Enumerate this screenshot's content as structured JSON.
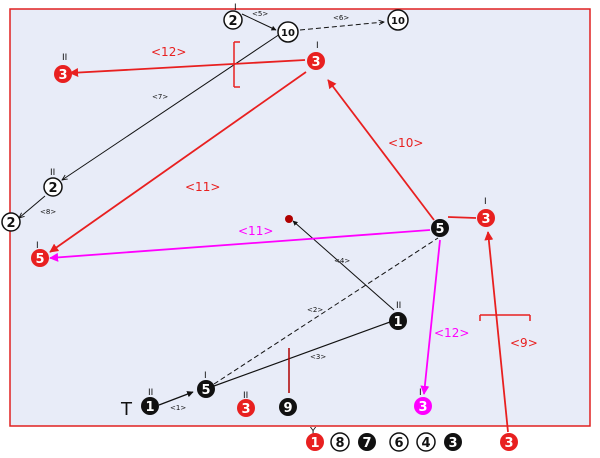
{
  "colors": {
    "field_fill": "#e8ecf8",
    "border": "#e02020",
    "red": "#e82020",
    "magenta": "#ff00ff",
    "black": "#111111",
    "white": "#ffffff",
    "dark_red_marker": "#b00000"
  },
  "nodes": {
    "n2_top": {
      "label": "2"
    },
    "n10_top": {
      "label": "10"
    },
    "n10_topright": {
      "label": "10"
    },
    "n3_red_left": {
      "label": "3"
    },
    "n3_red_center": {
      "label": "3"
    },
    "n2_left_mid": {
      "label": "2"
    },
    "n2_left_edge": {
      "label": "2"
    },
    "n5_red_left": {
      "label": "5"
    },
    "n5_black_right": {
      "label": "5"
    },
    "n3_red_right": {
      "label": "3"
    },
    "n1_black_mid": {
      "label": "1"
    },
    "n5_black_bottom": {
      "label": "5"
    },
    "n1_black_bottom": {
      "label": "1"
    },
    "n3_red_bottom": {
      "label": "3"
    },
    "n9_black_bottom": {
      "label": "9"
    },
    "n3_magenta": {
      "label": "3"
    },
    "n3_red_outside": {
      "label": "3"
    },
    "bench_1": {
      "label": "1"
    },
    "bench_8": {
      "label": "8"
    },
    "bench_7": {
      "label": "7"
    },
    "bench_6": {
      "label": "6"
    },
    "bench_4": {
      "label": "4"
    },
    "bench_3": {
      "label": "3"
    }
  },
  "edge_labels": {
    "e1": "<1>",
    "e2": "<2>",
    "e3": "<3>",
    "e4": "<4>",
    "e5": "<5>",
    "e6": "<6>",
    "e7": "<7>",
    "e8": "<8>",
    "e9": "<9>",
    "e10": "<10>",
    "e11a": "<11>",
    "e11b": "<11>",
    "e12a": "<12>",
    "e12b": "<12>"
  },
  "marks": {
    "t_mark": "T",
    "ii": "II",
    "i": "I",
    "y_mark": "Y"
  }
}
